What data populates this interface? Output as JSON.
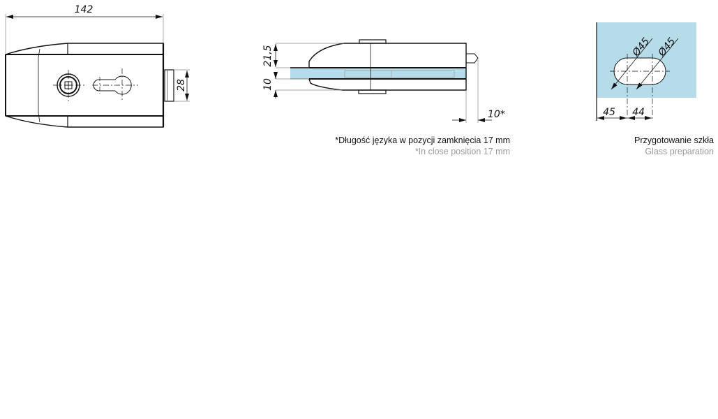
{
  "front_view": {
    "width_dim": "142",
    "tab_dim": "28"
  },
  "side_view": {
    "height_dim": "21,5",
    "glass_dim": "10",
    "latch_dim": "10*",
    "note_pl": "*Długość języka w pozycji zamknięcia 17 mm",
    "note_en": "*In close position 17 mm"
  },
  "glass_prep": {
    "hole1_dim": "Ø45",
    "hole2_dim": "Ø45",
    "edge_dim": "45",
    "spacing_dim": "44",
    "caption_pl": "Przygotowanie szkła",
    "caption_en": "Glass preparation"
  },
  "colors": {
    "glass": "#b7dce9",
    "line": "#111111"
  }
}
